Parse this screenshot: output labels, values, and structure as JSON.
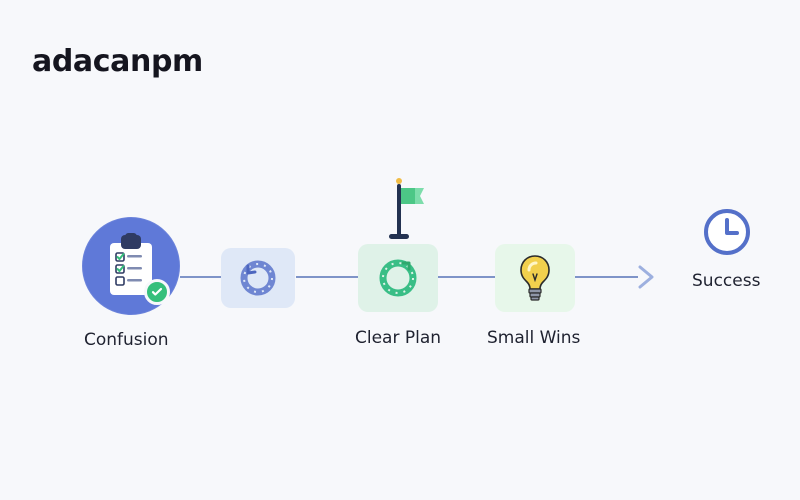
{
  "brand": {
    "name": "adacanpm"
  },
  "diagram": {
    "steps": [
      {
        "label": "Confusion"
      },
      {
        "label": "Clear Plan"
      },
      {
        "label": "Small Wins"
      },
      {
        "label": "Success"
      }
    ]
  },
  "colors": {
    "primary": "#5f79d8",
    "connector": "#7f94c8",
    "success": "#35bf7b",
    "flag": "#4cc786",
    "clock": "#5470c9"
  },
  "icons": {
    "clipboard": "clipboard-icon",
    "cycle": "cycle-icon",
    "flag": "flag-icon",
    "lightbulb": "lightbulb-icon",
    "arrow": "chevron-right-icon",
    "clock": "clock-icon",
    "check": "check-badge-icon"
  }
}
